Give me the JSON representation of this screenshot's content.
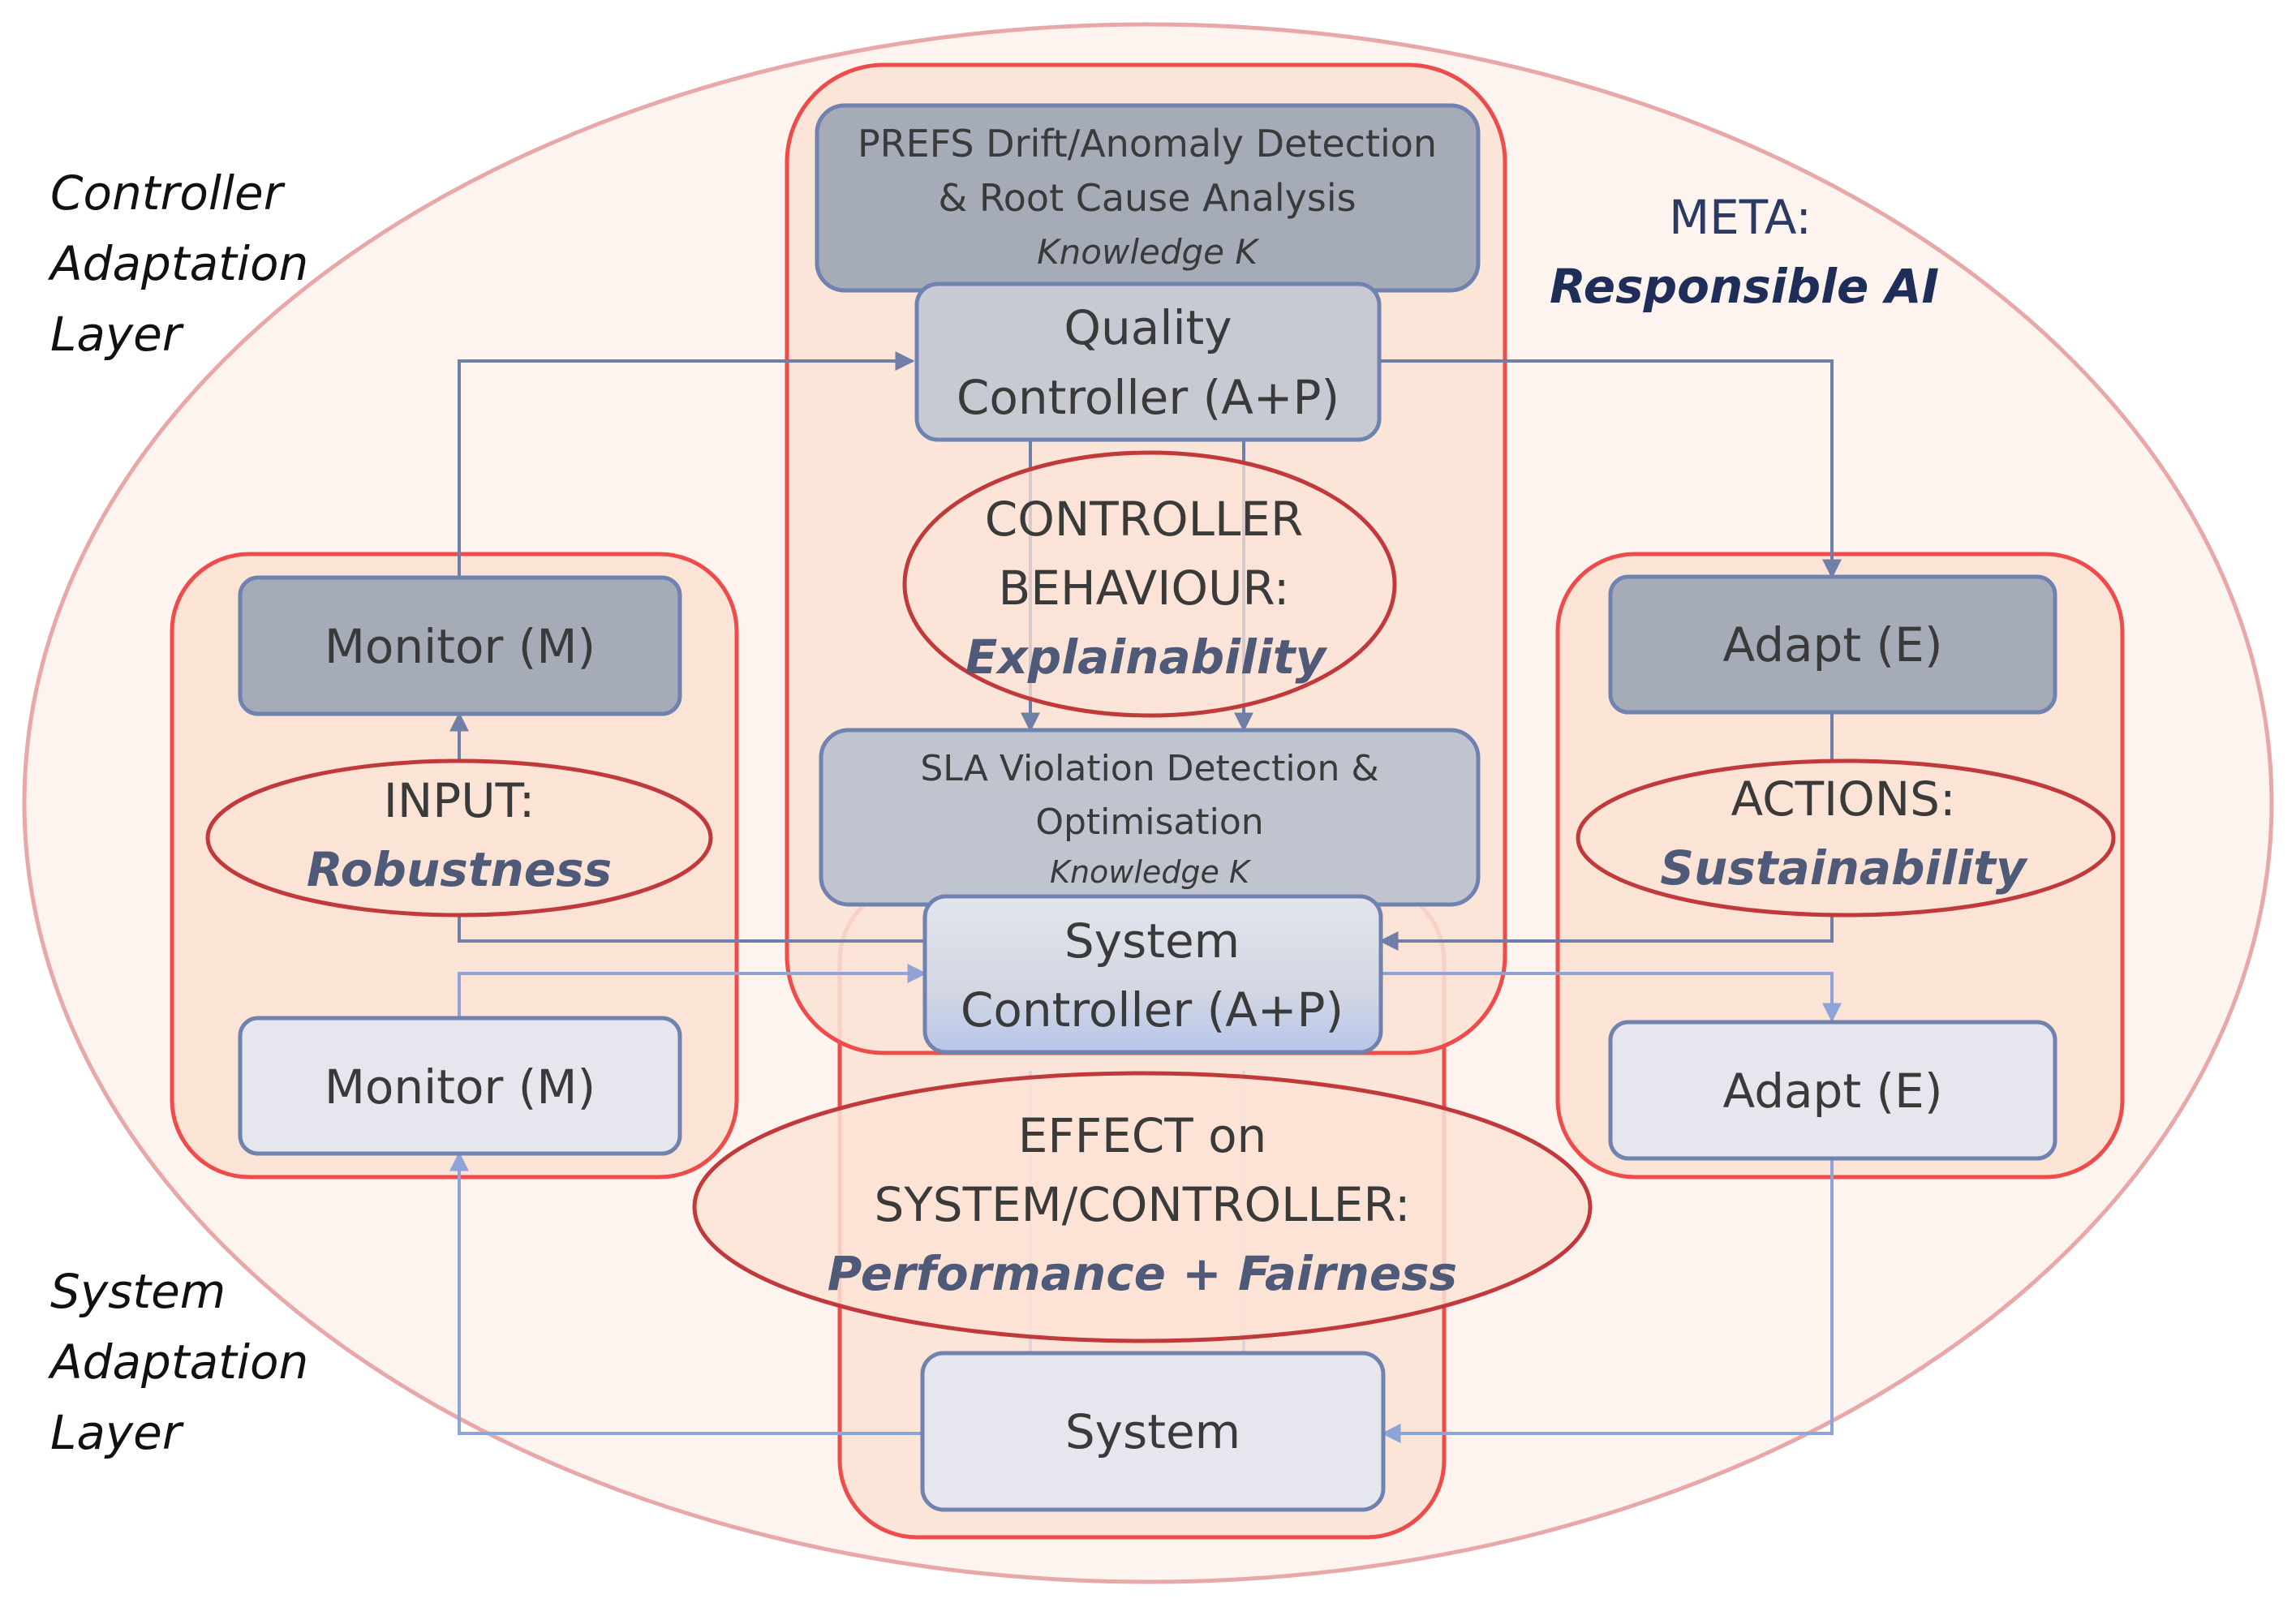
{
  "layers": {
    "controller": [
      "Controller",
      "Adaptation",
      "Layer"
    ],
    "system": [
      "System",
      "Adaptation",
      "Layer"
    ]
  },
  "meta": {
    "title": "META:",
    "subtitle": "Responsible AI"
  },
  "boxes": {
    "prefs": {
      "line1": "PREFS Drift/Anomaly Detection",
      "line2": "& Root Cause Analysis",
      "line3": "Knowledge K"
    },
    "quality_controller": {
      "line1": "Quality",
      "line2": "Controller (A+P)"
    },
    "sla": {
      "line1": "SLA Violation Detection &",
      "line2": "Optimisation",
      "line3": "Knowledge K"
    },
    "system_controller": {
      "line1": "System",
      "line2": "Controller (A+P)"
    },
    "monitor_top": "Monitor (M)",
    "monitor_bottom": "Monitor (M)",
    "adapt_top": "Adapt (E)",
    "adapt_bottom": "Adapt (E)",
    "system": "System"
  },
  "concerns": {
    "controller_behaviour": {
      "line1": "CONTROLLER",
      "line2": "BEHAVIOUR:",
      "line3": "Explainability"
    },
    "input": {
      "line1": "INPUT:",
      "line2": "Robustness"
    },
    "actions": {
      "line1": "ACTIONS:",
      "line2": "Sustainability"
    },
    "effect": {
      "line1": "EFFECT on",
      "line2": "SYSTEM/CONTROLLER:",
      "line3": "Performance + Fairness"
    }
  },
  "colors": {
    "outer_ellipse_stroke": "#e8a8a8",
    "group_fill": "#fbe3d6",
    "group_stroke": "#ee4b4b",
    "concern_stroke": "#c0393b",
    "box_dark": "#a6abb8",
    "box_mid": "#c7cad3",
    "box_light": "#e6e7ee",
    "box_stroke": "#6f82b0",
    "arrow_dark": "#6f7fa8",
    "arrow_light": "#8ea3d6"
  }
}
